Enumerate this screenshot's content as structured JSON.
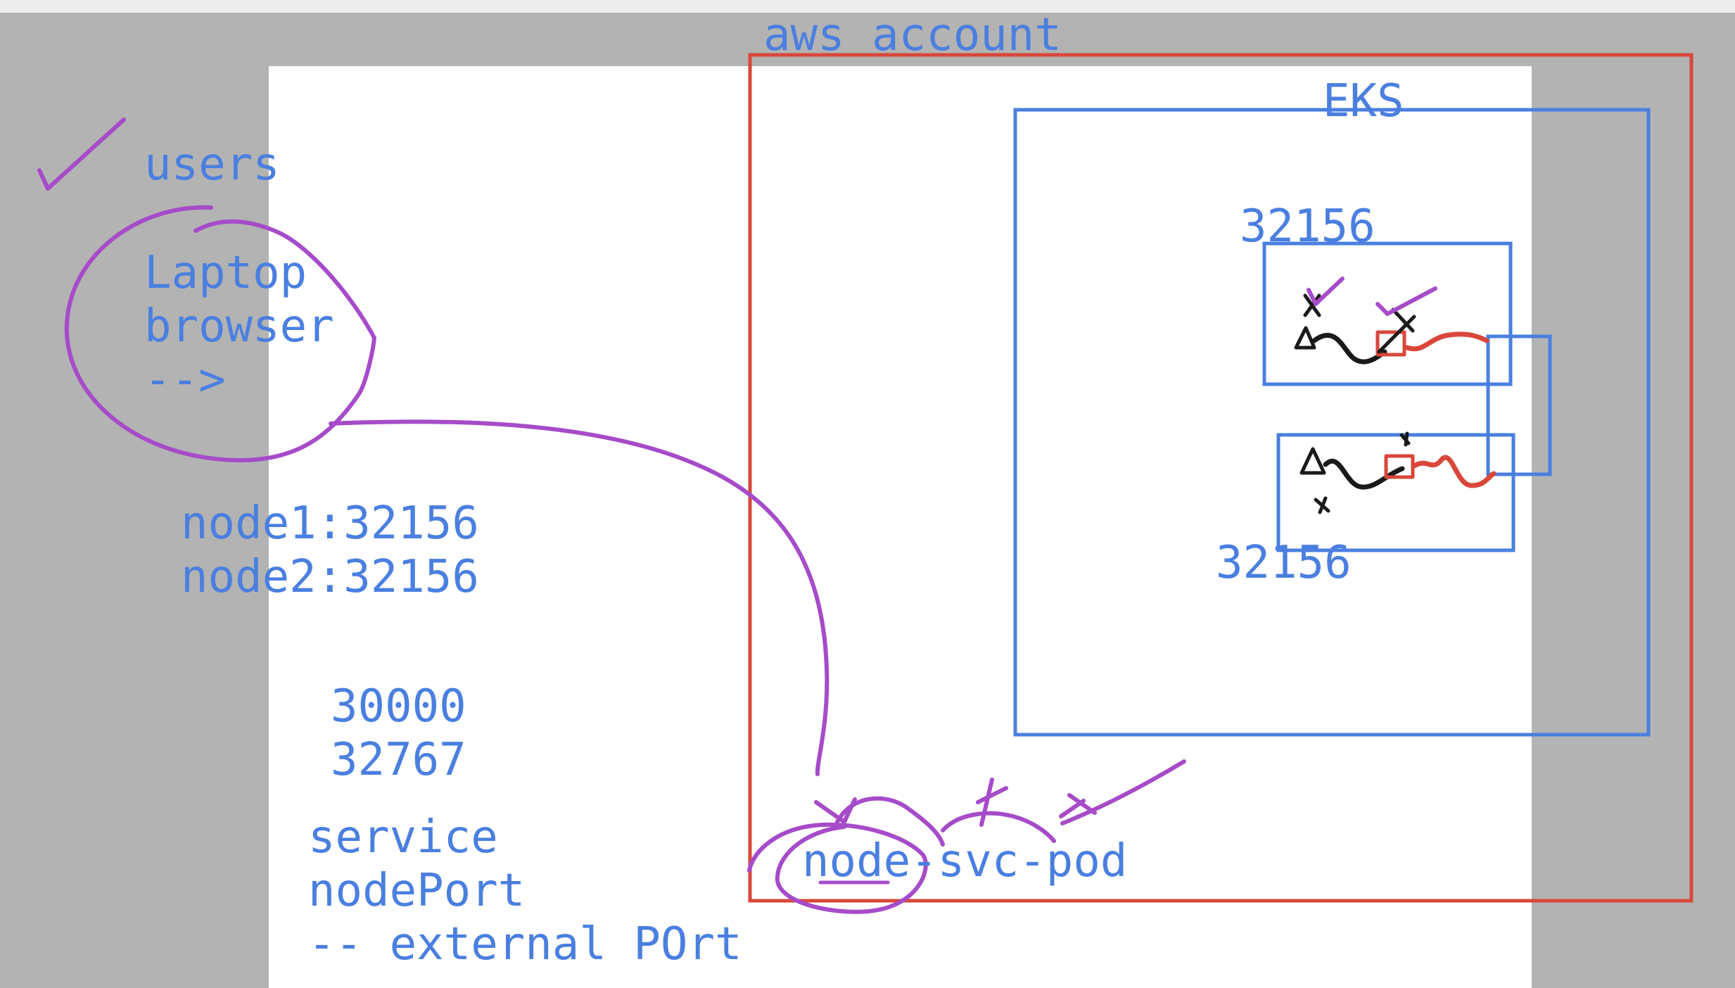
{
  "labels": {
    "aws_account": "aws account",
    "eks": "EKS",
    "port_top": "32156",
    "port_bottom": "32156",
    "users": "users",
    "laptop": "Laptop",
    "browser": "browser",
    "arrow": "-->",
    "node1": "node1:32156",
    "node2": "node2:32156",
    "range_low": "30000",
    "range_high": "32767",
    "service": "service",
    "nodeport": "nodePort",
    "external_port": "-- external POrt",
    "node_svc_pod": "node-svc-pod"
  },
  "colors": {
    "text_blue": "#4a7fe0",
    "box_red": "#d9473b",
    "ink_purple": "#a64bc9",
    "ink_black": "#1a1a1a",
    "backdrop_gray": "#b3b3b3"
  }
}
